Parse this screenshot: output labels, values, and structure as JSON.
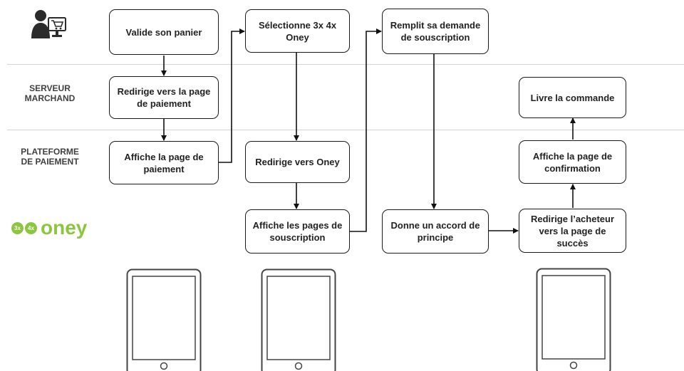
{
  "lanes": {
    "merchant_label": "SERVEUR\nMARCHAND",
    "platform_label": "PLATEFORME\nDE PAIEMENT"
  },
  "logo": {
    "badge_3x": "3x",
    "badge_4x": "4x",
    "wordmark": "oney"
  },
  "boxes": {
    "valide": "Valide son panier",
    "redirige_page": "Redirige vers la page de paiement",
    "affiche_page_paiement": "Affiche la page de paiement",
    "selectionne": "Sélectionne 3x 4x Oney",
    "redirige_oney": "Redirige vers Oney",
    "affiche_pages_souscription": "Affiche les pages de souscription",
    "remplit": "Remplit sa demande de souscription",
    "donne_accord": "Donne un accord de principe",
    "redirige_acheteur": "Redirige l’acheteur vers la page de succès",
    "affiche_confirmation": "Affiche la page de confirmation",
    "livre": "Livre la commande"
  },
  "colors": {
    "box_border": "#1a1a1a",
    "lane_line": "#d4d4d4",
    "oney_green": "#8cc63f",
    "icon_dark": "#2b2b2b"
  }
}
